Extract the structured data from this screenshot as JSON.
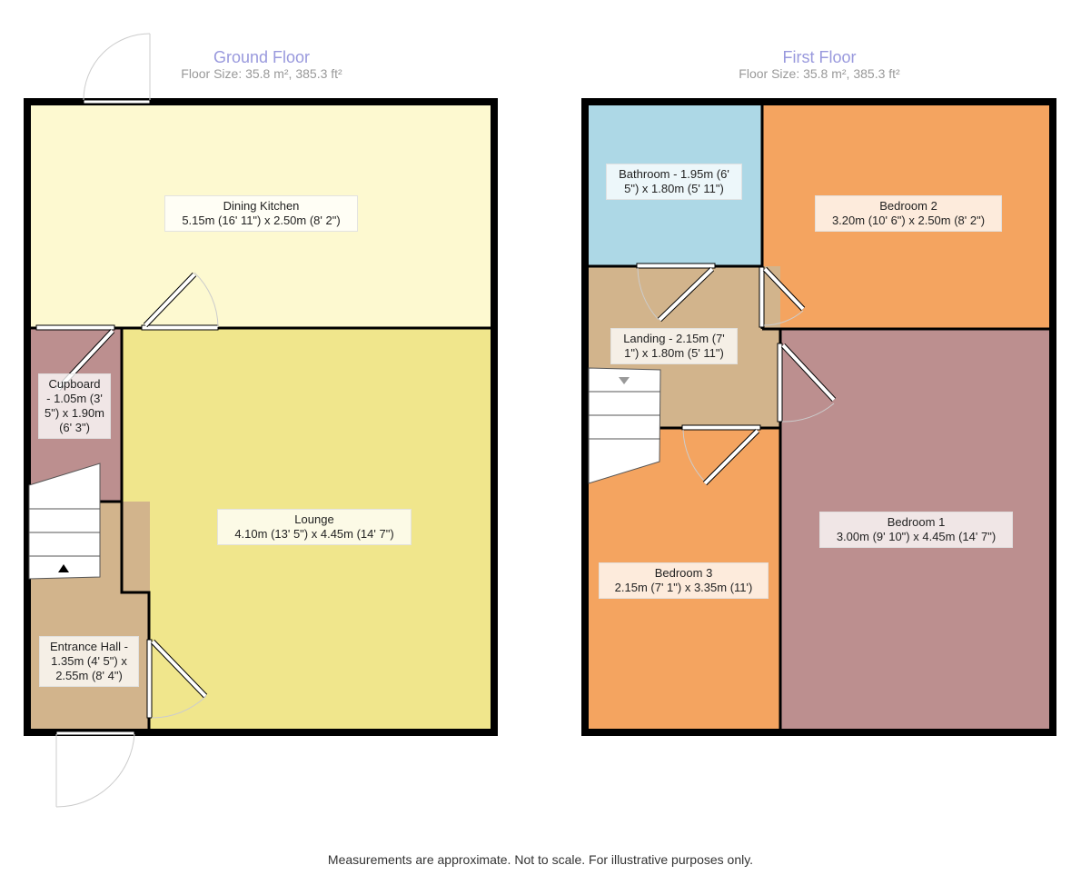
{
  "ground_floor": {
    "title": "Ground Floor",
    "floor_size": "Floor Size: 35.8 m², 385.3 ft²",
    "rooms": [
      {
        "name": "Dining Kitchen",
        "dims": "5.15m (16' 11\") x 2.50m (8' 2\")",
        "color": "#fdf9d0"
      },
      {
        "name": "Cupboard",
        "dims": "- 1.05m (3' 5\") x 1.90m (6' 3\")",
        "color": "#bc8f8f"
      },
      {
        "name": "Lounge",
        "dims": "4.10m (13' 5\") x 4.45m (14' 7\")",
        "color": "#f0e68c"
      },
      {
        "name": "Entrance Hall -",
        "dims": "1.35m (4' 5\") x 2.55m (8' 4\")",
        "color": "#d2b48c"
      }
    ]
  },
  "first_floor": {
    "title": "First Floor",
    "floor_size": "Floor Size: 35.8 m², 385.3 ft²",
    "rooms": [
      {
        "name": "Bathroom - 1.95m (6'",
        "dims": "5\") x 1.80m (5' 11\")",
        "color": "#add8e6"
      },
      {
        "name": "Bedroom 2",
        "dims": "3.20m (10' 6\") x 2.50m (8' 2\")",
        "color": "#f4a460"
      },
      {
        "name": "Landing - 2.15m (7'",
        "dims": "1\") x 1.80m (5' 11\")",
        "color": "#d2b48c"
      },
      {
        "name": "Bedroom 3",
        "dims": "2.15m (7' 1\") x 3.35m (11')",
        "color": "#f4a460"
      },
      {
        "name": "Bedroom 1",
        "dims": "3.00m (9' 10\") x 4.45m (14' 7\")",
        "color": "#bc8f8f"
      }
    ]
  },
  "footer": "Measurements are approximate. Not to scale. For illustrative purposes only."
}
